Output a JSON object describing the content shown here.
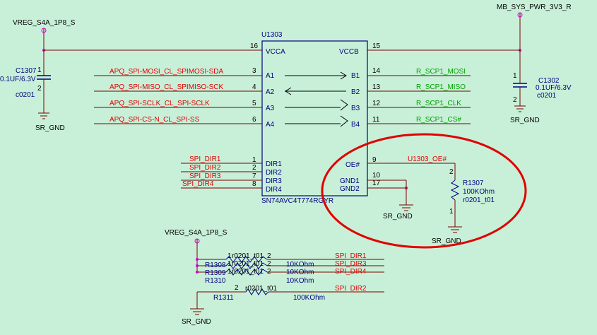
{
  "colors": {
    "background": "#c8f0d8",
    "wire": "#7a0000",
    "outline": "#000080",
    "net_red": "#e00000",
    "net_green": "#00a000",
    "annotation_circle": "#e00000"
  },
  "power": {
    "vreg_top": "VREG_S4A_1P8_S",
    "mb_sys": "MB_SYS_PWR_3V3_R",
    "vreg_bottom": "VREG_S4A_1P8_S"
  },
  "ground_label": "SR_GND",
  "chip": {
    "ref": "U1303",
    "part": "SN74AVC4T774RGYR",
    "pin_vcca": "VCCA",
    "pin_vccb": "VCCB",
    "pin_a1": "A1",
    "pin_a2": "A2",
    "pin_a3": "A3",
    "pin_a4": "A4",
    "pin_b1": "B1",
    "pin_b2": "B2",
    "pin_b3": "B3",
    "pin_b4": "B4",
    "pin_dir1": "DIR1",
    "pin_dir2": "DIR2",
    "pin_dir3": "DIR3",
    "pin_dir4": "DIR4",
    "pin_oe": "OE#",
    "pin_gnd1": "GND1",
    "pin_gnd2": "GND2",
    "num_vcca": "16",
    "num_vccb": "15",
    "num_a1": "3",
    "num_a2": "4",
    "num_a3": "5",
    "num_a4": "6",
    "num_b1": "14",
    "num_b2": "13",
    "num_b3": "12",
    "num_b4": "11",
    "num_dir1": "1",
    "num_dir2": "2",
    "num_dir3": "7",
    "num_dir4": "8",
    "num_oe": "9",
    "num_gnd1": "10",
    "num_gnd2": "17"
  },
  "nets": {
    "a1": "APQ_SPI-MOSI_CL_SPIMOSI-SDA",
    "a2": "APQ_SPI-MISO_CL_SPIMISO-SCK",
    "a3": "APQ_SPI-SCLK_CL_SPI-SCLK",
    "a4": "APQ_SPI-CS-N_CL_SPI-SS",
    "b1": "R_SCP1_MOSI",
    "b2": "R_SCP1_MISO",
    "b3": "R_SCP1_CLK",
    "b4": "R_SCP1_CS#",
    "dir1": "SPI_DIR1",
    "dir2": "SPI_DIR2",
    "dir3": "SPI_DIR3",
    "dir4": "SPI_DIR4",
    "oe": "U1303_OE#"
  },
  "caps": {
    "c1307_ref": "C1307",
    "c1307_val": "0.1UF/6.3V",
    "c1307_fp": "c0201",
    "c1307_p1": "1",
    "c1307_p2": "2",
    "c1302_ref": "C1302",
    "c1302_val": "0.1UF/6.3V",
    "c1302_fp": "c0201",
    "c1302_p1": "1",
    "c1302_p2": "2"
  },
  "r1307": {
    "ref": "R1307",
    "val": "100KOhm",
    "fp": "r0201_t01",
    "p1": "1",
    "p2": "2"
  },
  "rnet": {
    "r1308": "R1308",
    "r1309": "R1309",
    "r1310": "R1310",
    "r1311": "R1311",
    "fp1": "r0201_t01",
    "fp2": "r0201_t01",
    "fp3": "r0201_t01",
    "fp4": "r0201_t01",
    "pinA1": "1",
    "pinA2": "1",
    "pinA3": "1",
    "pinB1": "2",
    "pinB2": "2",
    "pinB3": "2",
    "val1": "10KOhm",
    "val2": "10KOhm",
    "val3": "10KOhm",
    "r1311_pin": "2",
    "r1311_val": "100KOhm",
    "net1": "SPI_DIR1",
    "net2": "SPI_DIR3",
    "net3": "SPI_DIR4",
    "net4": "SPI_DIR2"
  }
}
